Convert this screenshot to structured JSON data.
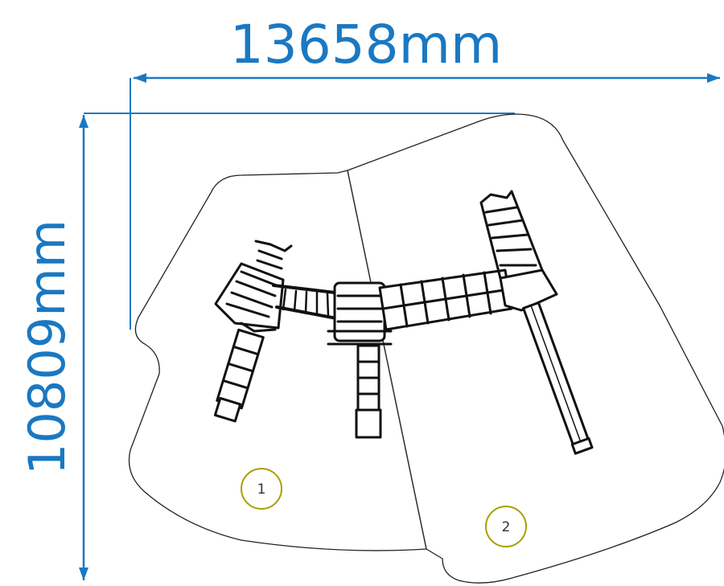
{
  "dimensions": {
    "width_label": "13658mm",
    "height_label": "10809mm"
  },
  "zones": [
    {
      "id": "zone-1",
      "label": "1"
    },
    {
      "id": "zone-2",
      "label": "2"
    }
  ],
  "colors": {
    "dimension": "#1a78c2",
    "outline": "#222222",
    "zone_label": "#a8a000",
    "equipment": "#111111"
  }
}
